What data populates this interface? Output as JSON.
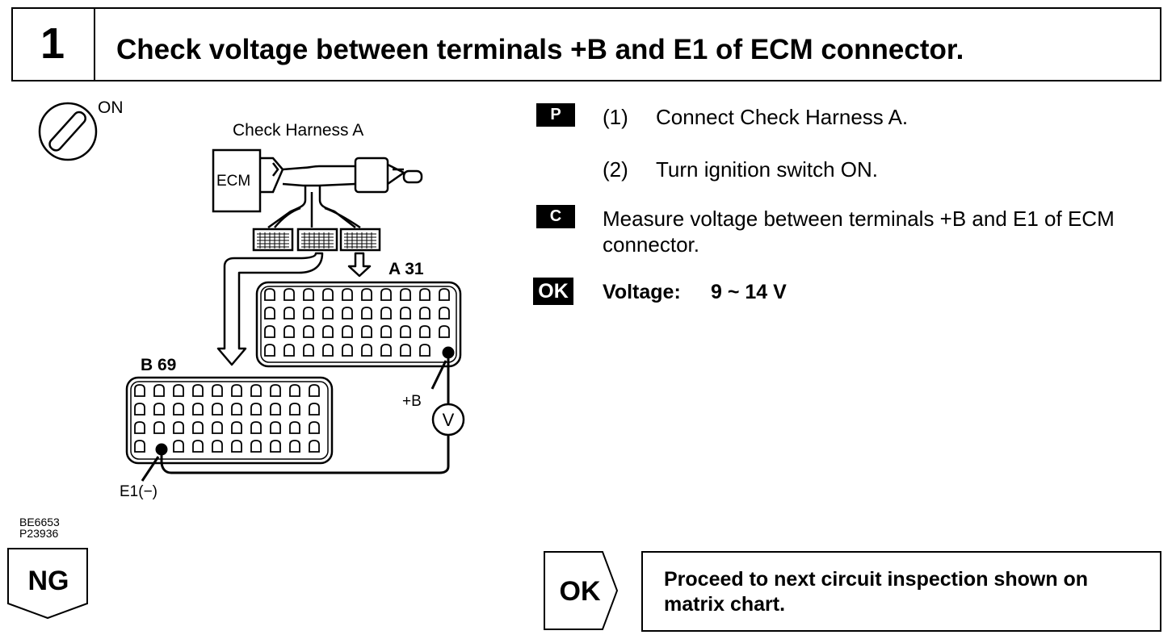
{
  "header": {
    "step_number": "1",
    "title": "Check voltage between terminals +B and E1 of ECM connector."
  },
  "diagram": {
    "ignition_label": "ON",
    "harness_label": "Check Harness A",
    "ecm_label": "ECM",
    "connector_a_label": "A 31",
    "connector_b_label": "B 69",
    "plus_b_label": "+B",
    "voltmeter_label": "V",
    "e1_label": "E1(−)"
  },
  "instructions": {
    "p_badge": "P",
    "step1_num": "(1)",
    "step1_text": "Connect Check Harness A.",
    "step2_num": "(2)",
    "step2_text": "Turn ignition switch ON.",
    "c_badge": "C",
    "measure_text": "Measure voltage between terminals +B and E1 of ECM connector.",
    "ok_badge": "OK",
    "voltage_label": "Voltage:",
    "voltage_value": "9 ~ 14 V"
  },
  "codes": {
    "line1": "BE6653",
    "line2": "P23936"
  },
  "results": {
    "ng_label": "NG",
    "ok_label": "OK",
    "ok_text": "Proceed to next circuit inspection shown on matrix chart."
  },
  "icons": {
    "ignition": "ignition-key-icon",
    "voltmeter": "voltmeter-icon",
    "arrow": "arrow-down-icon"
  }
}
